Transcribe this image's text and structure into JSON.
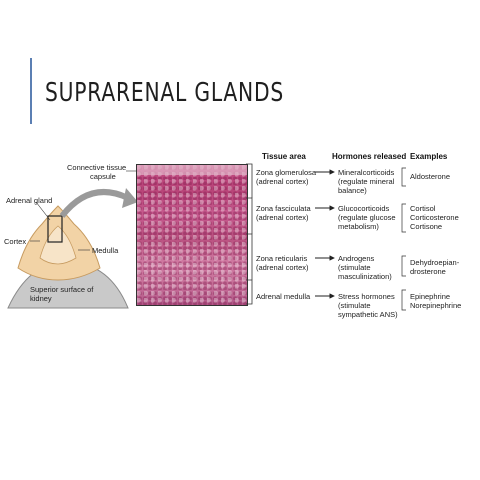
{
  "slide": {
    "title": "SUPRARENAL GLANDS"
  },
  "figure": {
    "left_labels": {
      "adrenal_gland": "Adrenal gland",
      "cortex": "Cortex",
      "medulla": "Medulla",
      "kidney_line1": "Superior surface of",
      "kidney_line2": "kidney",
      "capsule_line1": "Connective tissue",
      "capsule_line2": "capsule"
    },
    "table": {
      "headers": [
        "Tissue area",
        "Hormones released",
        "Examples"
      ],
      "rows": [
        {
          "area": [
            "Zona glomerulosa",
            "(adrenal cortex)"
          ],
          "hormones": [
            "Mineralcorticoids",
            "(regulate mineral",
            "balance)"
          ],
          "examples": [
            "Aldosterone"
          ]
        },
        {
          "area": [
            "Zona fasciculata",
            "(adrenal cortex)"
          ],
          "hormones": [
            "Glucocorticoids",
            "(regulate glucose",
            "metabolism)"
          ],
          "examples": [
            "Cortisol",
            "Corticosterone",
            "Cortisone"
          ]
        },
        {
          "area": [
            "Zona reticularis",
            "(adrenal cortex)"
          ],
          "hormones": [
            "Androgens",
            "(stimulate",
            "masculinization)"
          ],
          "examples": [
            "Dehydroepian-",
            "drosterone"
          ]
        },
        {
          "area": [
            "Adrenal medulla"
          ],
          "hormones": [
            "Stress hormones",
            "(stimulate",
            "sympathetic ANS)"
          ],
          "examples": [
            "Epinephrine",
            "Norepinephrine"
          ]
        }
      ]
    },
    "colors": {
      "accent": "#5b7fb3",
      "gland": "#f2d3a6",
      "kidney": "#bfbfbf",
      "tissue": "#c24b82"
    }
  }
}
